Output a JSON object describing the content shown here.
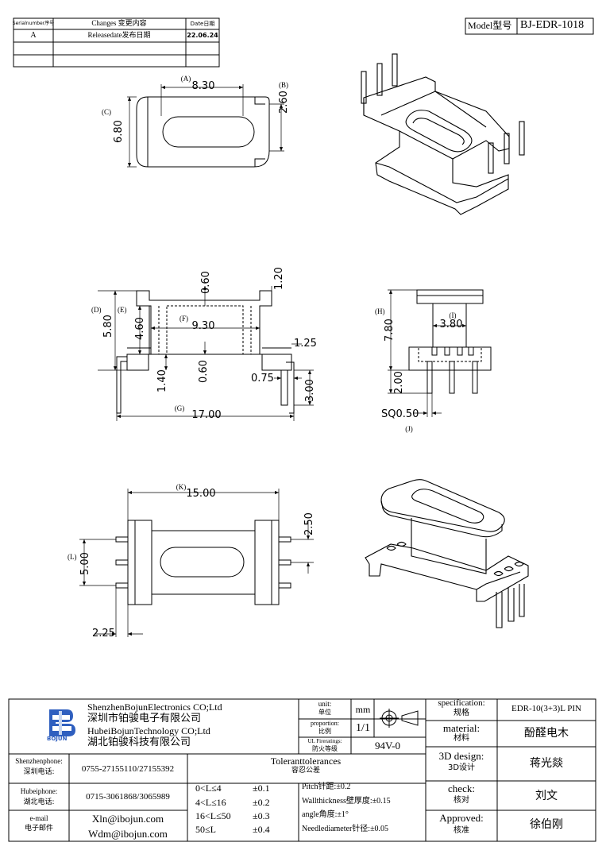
{
  "revision_table": {
    "headers": [
      "Serialnumber序号",
      "Changes 变更内容",
      "Date日期"
    ],
    "rows": [
      [
        "A",
        "Releasedate发布日期",
        "22.06.24"
      ],
      [
        "",
        "",
        ""
      ],
      [
        "",
        "",
        ""
      ]
    ]
  },
  "model_box": {
    "label": "Model型号",
    "value": "BJ-EDR-1018"
  },
  "top_view": {
    "dim_a_label": "(A)",
    "dim_a": "8.30",
    "dim_b_label": "(B)",
    "dim_b": "2.60",
    "dim_c_label": "(C)",
    "dim_c": "6.80"
  },
  "front_view": {
    "d_label": "(D)",
    "d": "5.80",
    "e_label": "(E)",
    "e": "4.60",
    "f_label": "(F)",
    "f": "9.30",
    "g_label": "(G)",
    "g": "17.00",
    "top_gap": "0.60",
    "flange": "1.20",
    "step": "1.25",
    "base": "1.40",
    "mid": "0.60",
    "pin_w": "0.75",
    "pin_len": "3.00"
  },
  "side_view": {
    "h_label": "(H)",
    "h": "7.80",
    "i_label": "(I)",
    "i": "3.80",
    "pin": "2.00",
    "sq": "SQ0.50",
    "j_label": "(J)"
  },
  "bottom_view": {
    "k_label": "(K)",
    "k": "15.00",
    "l_label": "(L)",
    "l": "5.00",
    "pitch": "2.50",
    "offset": "2.25"
  },
  "title_block": {
    "company_en_1": "ShenzhenBojunElectronics CO;Ltd",
    "company_cn_1": "深圳市铂骏电子有限公司",
    "company_en_2": "HubeiBojunTechnology CO;Ltd",
    "company_cn_2": "湖北铂骏科技有限公司",
    "logo_text": "BOJUN",
    "unit_label_en": "unit:",
    "unit_label_cn": "单位",
    "unit_value": "mm",
    "proportion_label_en": "proportion:",
    "proportion_label_cn": "比例",
    "proportion_value": "1/1",
    "fire_label_en": "UL Fireratings:",
    "fire_label_cn": "防火等级",
    "fire_value": "94V-0",
    "tolerances_en": "Toleranttolerances",
    "tolerances_cn": "容忍公差",
    "tol_rows": [
      [
        "0<L≤4",
        "±0.1"
      ],
      [
        "4<L≤16",
        "±0.2"
      ],
      [
        "16<L≤50",
        "±0.3"
      ],
      [
        "50≤L",
        "±0.4"
      ]
    ],
    "pitch_tol": "Pitch针距:±0.2",
    "wall_tol": "Wallthickness壁厚度:±0.15",
    "angle_tol": "angle角度:±1°",
    "needle_tol": "Needlediameter针径:±0.05",
    "shenzhen_label_en": "Shenzhenphone:",
    "shenzhen_label_cn": "深圳电话:",
    "shenzhen_phone": "0755-27155110/27155392",
    "hubei_label_en": "Hubeiphone:",
    "hubei_label_cn": "湖北电话:",
    "hubei_phone": "0715-3061868/3065989",
    "email_label_en": "e-mail",
    "email_label_cn": "电子邮件",
    "email_1": "Xln@ibojun.com",
    "email_2": "Wdm@ibojun.com",
    "spec_label_en": "specification:",
    "spec_label_cn": "规格",
    "spec_value": "EDR-10(3+3)L PIN",
    "material_label_en": "material:",
    "material_label_cn": "材料",
    "material_value": "酚醛电木",
    "design_label_en": "3D design:",
    "design_label_cn": "3D设计",
    "design_value": "蒋光燚",
    "check_label_en": "check:",
    "check_label_cn": "核对",
    "check_value": "刘文",
    "approved_label_en": "Approved:",
    "approved_label_cn": "核准",
    "approved_value": "徐伯刚"
  }
}
